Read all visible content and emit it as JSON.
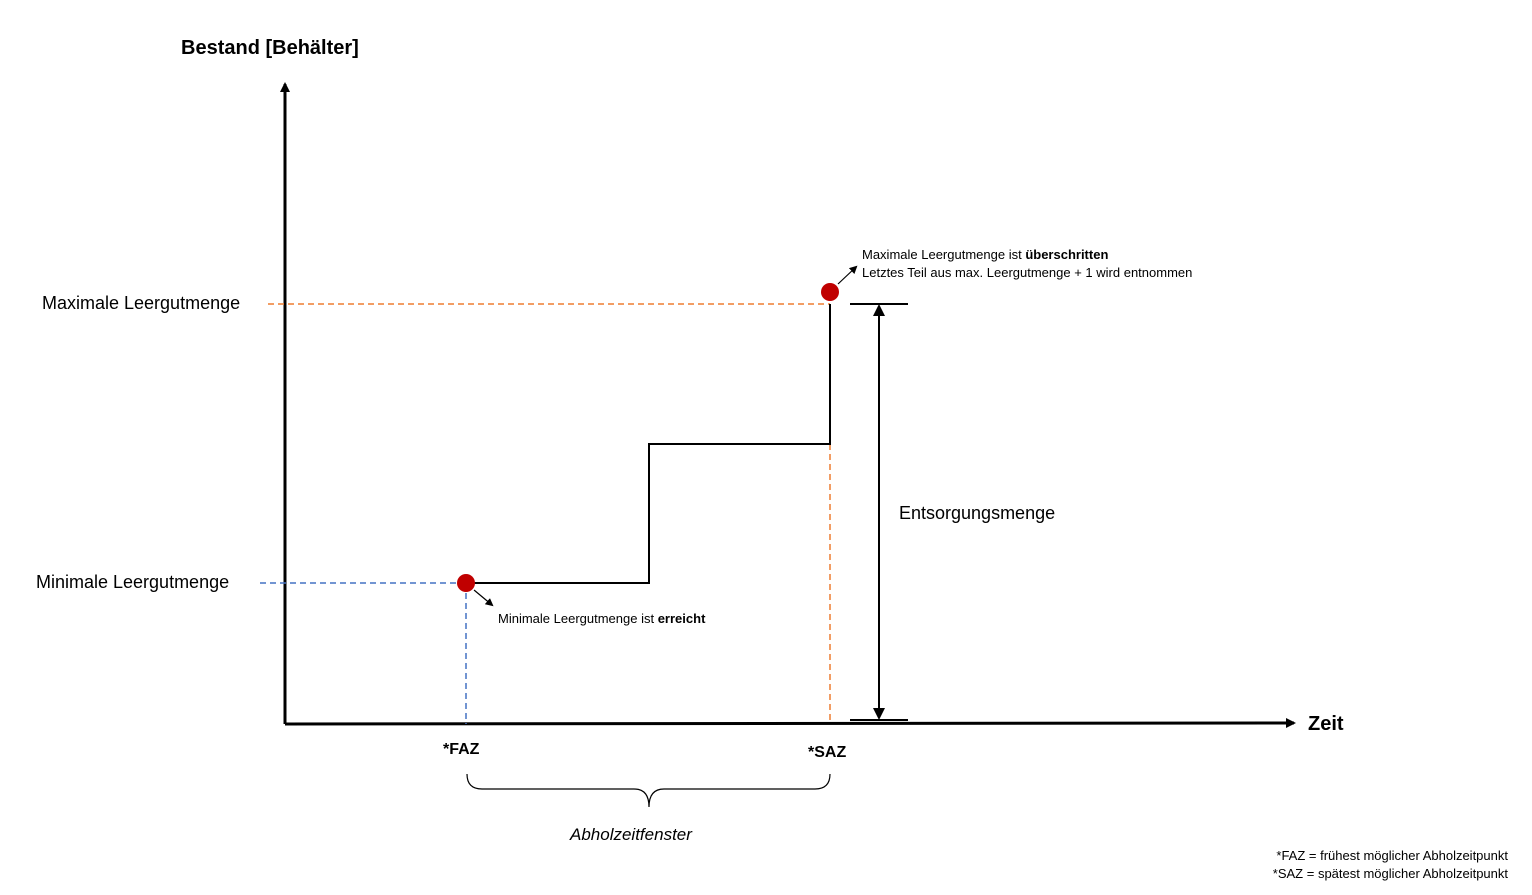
{
  "axes": {
    "y_title": "Bestand [Behälter]",
    "x_title": "Zeit"
  },
  "levels": {
    "max_label": "Maximale Leergutmenge",
    "min_label": "Minimale Leergutmenge",
    "max_color": "#ED7D31",
    "min_color": "#4472C4"
  },
  "points": {
    "color": "#C00000",
    "max_note_line1_prefix": "Maximale Leergutmenge ist ",
    "max_note_line1_bold": "überschritten",
    "max_note_line2": "Letztes Teil aus max. Leergutmenge + 1 wird entnommen",
    "min_note_prefix": "Minimale Leergutmenge ist ",
    "min_note_bold": "erreicht"
  },
  "ticks": {
    "faz": "*FAZ",
    "saz": "*SAZ"
  },
  "window_label": "Abholzeitfenster",
  "dimension_label": "Entsorgungsmenge",
  "legend": {
    "line1": "*FAZ = frühest möglicher Abholzeitpunkt",
    "line2": "*SAZ = spätest möglicher Abholzeitpunkt"
  }
}
